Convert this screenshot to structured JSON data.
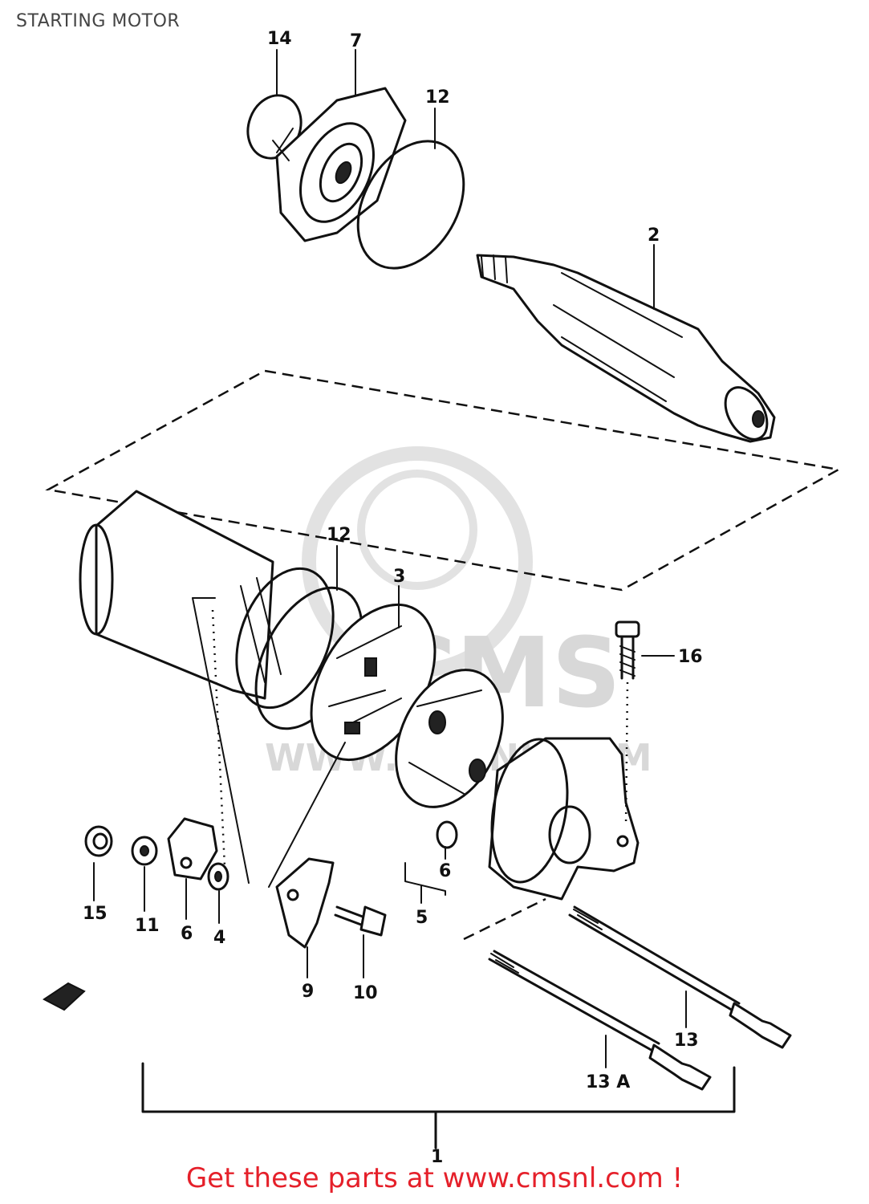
{
  "title": "STARTING MOTOR",
  "footer": "Get these parts at www.cmsnl.com !",
  "watermark": {
    "brand": "CMS",
    "site": "WWW.CMSNL.COM"
  },
  "callouts": {
    "p1": "1",
    "p2": "2",
    "p3": "3",
    "p4": "4",
    "p5": "5",
    "p6a": "6",
    "p6b": "6",
    "p7": "7",
    "p9": "9",
    "p10": "10",
    "p11": "11",
    "p12a": "12",
    "p12b": "12",
    "p13": "13",
    "p13a": "13 A",
    "p14": "14",
    "p15": "15",
    "p16": "16"
  },
  "colors": {
    "footer": "#e5202a",
    "lines": "#111111",
    "watermark": "#d8d8d8"
  }
}
